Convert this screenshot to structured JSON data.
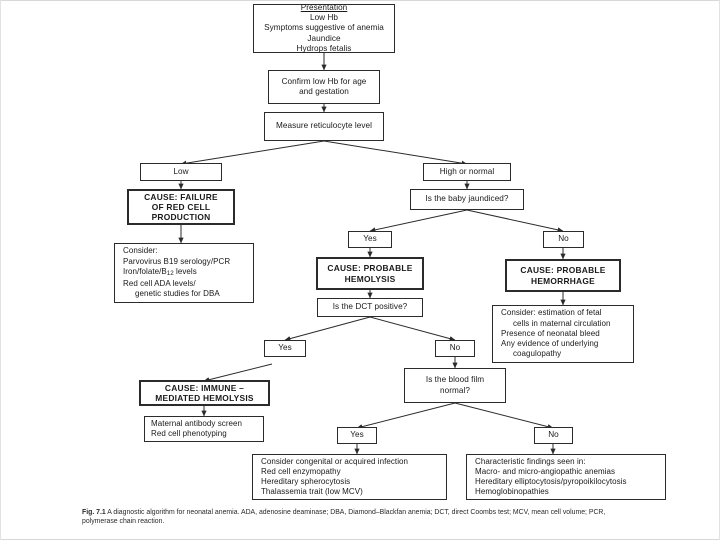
{
  "figure": {
    "type": "flowchart",
    "caption_label": "Fig. 7.1",
    "caption_text": "A diagnostic algorithm for neonatal anemia. ADA, adenosine deaminase; DBA, Diamond–Blackfan anemia; DCT, direct Coombs test; MCV, mean cell volume; PCR, polymerase chain reaction."
  },
  "nodes": {
    "presentation": {
      "title": "Presentation",
      "lines": [
        "Low Hb",
        "Symptoms suggestive of anemia",
        "Jaundice",
        "Hydrops fetalis"
      ]
    },
    "confirm": {
      "lines": [
        "Confirm low Hb for age",
        "and gestation"
      ]
    },
    "measure": {
      "lines": [
        "Measure reticulocyte level"
      ]
    },
    "low": {
      "lines": [
        "Low"
      ]
    },
    "high_or_normal": {
      "lines": [
        "High or normal"
      ]
    },
    "cause_failure": {
      "lines": [
        "CAUSE: FAILURE",
        "OF RED CELL",
        "PRODUCTION"
      ]
    },
    "consider_production": {
      "lines": [
        "Consider:",
        "Parvovirus B19 serology/PCR",
        "Iron/folate/B12 levels",
        "Red cell ADA levels/",
        "genetic studies for DBA"
      ],
      "b12_prefix": "Iron/folate/B",
      "b12_sub": "12",
      "b12_suffix": " levels"
    },
    "jaundiced": {
      "lines": [
        "Is the baby jaundiced?"
      ]
    },
    "jaundiced_yes": {
      "lines": [
        "Yes"
      ]
    },
    "jaundiced_no": {
      "lines": [
        "No"
      ]
    },
    "cause_hemolysis": {
      "lines": [
        "CAUSE: PROBABLE",
        "HEMOLYSIS"
      ]
    },
    "cause_hemorrhage": {
      "lines": [
        "CAUSE: PROBABLE",
        "HEMORRHAGE"
      ]
    },
    "consider_hemorrhage": {
      "lines": [
        "Consider: estimation of fetal",
        "cells in maternal circulation",
        "Presence of neonatal bleed",
        "Any evidence of underlying",
        "coagulopathy"
      ]
    },
    "dct": {
      "lines": [
        "Is the DCT positive?"
      ]
    },
    "dct_yes": {
      "lines": [
        "Yes"
      ]
    },
    "dct_no": {
      "lines": [
        "No"
      ]
    },
    "cause_immune": {
      "lines": [
        "CAUSE: IMMUNE –",
        "MEDIATED HEMOLYSIS"
      ]
    },
    "antibody": {
      "lines": [
        "Maternal antibody screen",
        "Red cell phenotyping"
      ]
    },
    "blood_film": {
      "lines": [
        "Is the blood film",
        "normal?"
      ]
    },
    "film_yes": {
      "lines": [
        "Yes"
      ]
    },
    "film_no": {
      "lines": [
        "No"
      ]
    },
    "film_yes_findings": {
      "lines": [
        "Consider congenital or acquired infection",
        "Red cell enzymopathy",
        "Hereditary spherocytosis",
        "Thalassemia trait (low MCV)"
      ]
    },
    "film_no_findings": {
      "lines": [
        "Characteristic findings seen in:",
        "Macro- and micro-angiopathic anemias",
        "Hereditary elliptocytosis/pyropoikilocytosis",
        "Hemoglobinopathies"
      ]
    }
  },
  "colors": {
    "stroke": "#2b2b2b",
    "text": "#1a1a1a",
    "background": "#ffffff",
    "caption": "#2a2a2a"
  }
}
